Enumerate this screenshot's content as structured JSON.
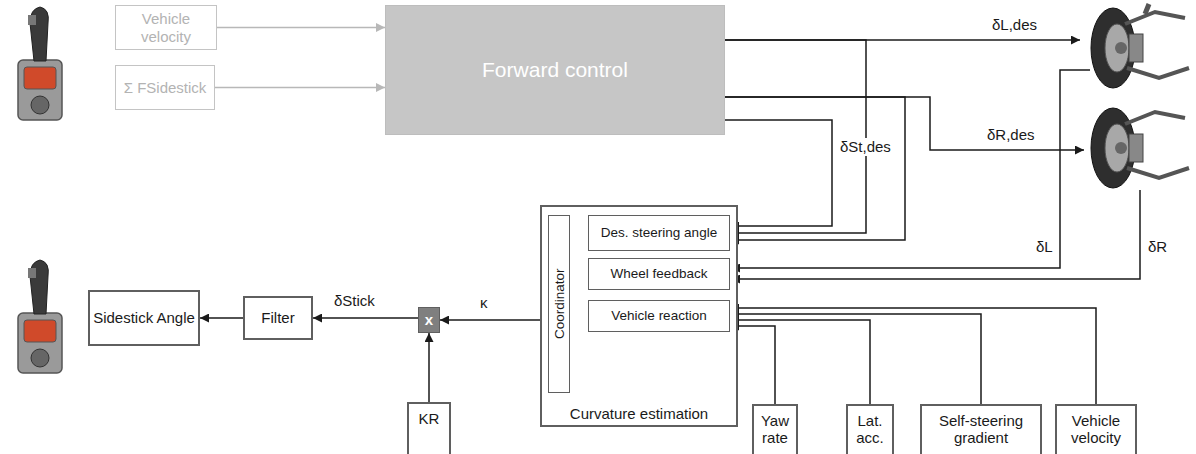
{
  "diagram": {
    "nodes": [
      {
        "text": [
          "Vehicle velocity"
        ]
      },
      {
        "text": [
          "Σ FSidestick"
        ]
      },
      {
        "text": [
          "Forward control"
        ]
      },
      {
        "text": [
          "Curvature estimation"
        ]
      },
      {
        "text": [
          "Coordinator"
        ],
        "in": 3
      },
      {
        "text": [
          "Des. steering angle"
        ],
        "in": 3
      },
      {
        "text": [
          "Wheel feedback"
        ],
        "in": 3
      },
      {
        "text": [
          "Vehicle reaction"
        ],
        "in": 3
      },
      {
        "text": [
          "Sidestick Angle"
        ]
      },
      {
        "text": [
          "Filter"
        ]
      },
      {
        "text": [
          "x"
        ]
      },
      {
        "text": [
          "KR"
        ]
      },
      {
        "text": [
          "Yaw rate"
        ]
      },
      {
        "text": [
          "Lat. acc."
        ]
      },
      {
        "text": [
          "Self-steering gradient"
        ]
      },
      {
        "text": [
          "Vehicle velocity"
        ]
      }
    ],
    "edges": [
      {
        "from": 0,
        "to": 2,
        "arrow": "to"
      },
      {
        "from": 1,
        "to": 2,
        "arrow": "to"
      },
      {
        "from": 2,
        "to": 5,
        "arrow": "to",
        "label": "δSt,des"
      },
      {
        "from": 2,
        "to": 5,
        "arrow": "to"
      },
      {
        "from": 2,
        "to": 5,
        "arrow": "to"
      },
      {
        "from": 5,
        "to": 4,
        "arrow": "to"
      },
      {
        "from": 6,
        "to": 4,
        "arrow": "to"
      },
      {
        "from": 7,
        "to": 4,
        "arrow": "to"
      },
      {
        "from": 12,
        "to": 7,
        "arrow": "to"
      },
      {
        "from": 13,
        "to": 7,
        "arrow": "to"
      },
      {
        "from": 14,
        "to": 7,
        "arrow": "to"
      },
      {
        "from": 15,
        "to": 7,
        "arrow": "to"
      },
      {
        "from": 3,
        "to": 10,
        "arrow": "to",
        "label": "κ"
      },
      {
        "from": 11,
        "to": 10,
        "arrow": "to"
      },
      {
        "from": 10,
        "to": 9,
        "arrow": "to",
        "label": "δStick"
      },
      {
        "from": 9,
        "to": 8,
        "arrow": "to"
      }
    ],
    "labels": [
      "δL,des",
      "δR,des",
      "δL",
      "δR"
    ]
  }
}
